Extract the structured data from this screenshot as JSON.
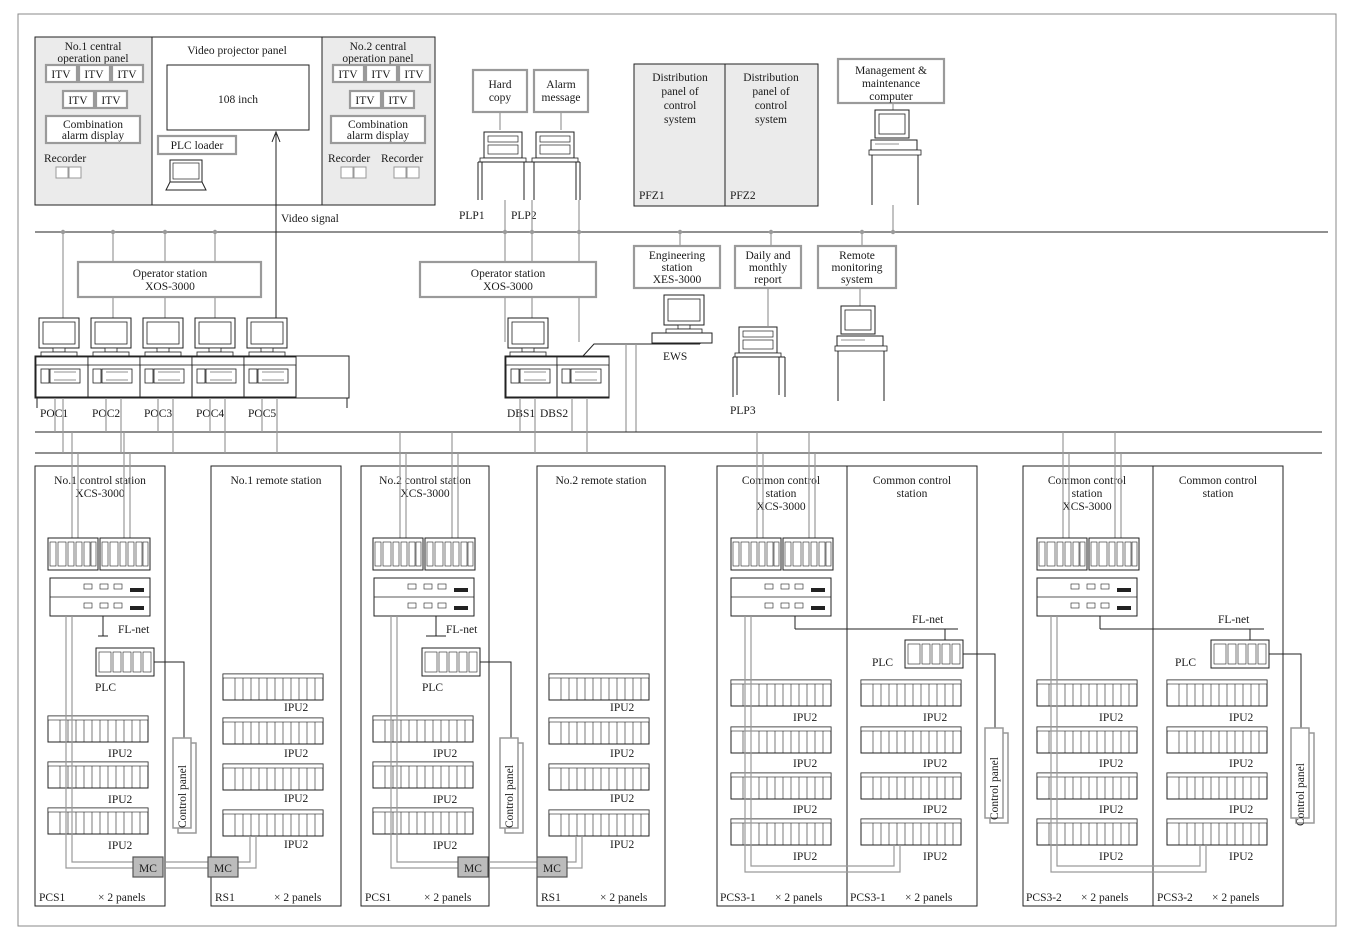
{
  "top_panels": {
    "central1": {
      "title1": "No.1 central",
      "title2": "operation panel",
      "itv": "ITV",
      "combo1": "Combination",
      "combo2": "alarm display",
      "recorder": "Recorder"
    },
    "projector": {
      "title": "Video projector panel",
      "screen": "108 inch",
      "plc_loader": "PLC loader"
    },
    "central2": {
      "title1": "No.2 central",
      "title2": "operation panel",
      "itv": "ITV",
      "combo1": "Combination",
      "combo2": "alarm display",
      "recorder": "Recorder"
    },
    "video_signal": "Video signal"
  },
  "printers": {
    "hard_copy1": "Hard",
    "hard_copy2": "copy",
    "alarm1": "Alarm",
    "alarm2": "message",
    "plp1": "PLP1",
    "plp2": "PLP2"
  },
  "distribution": {
    "line1": "Distribution",
    "line2": "panel of",
    "line3": "control",
    "line4": "system",
    "pfz1": "PFZ1",
    "pfz2": "PFZ2"
  },
  "management": {
    "line1": "Management &",
    "line2": "maintenance",
    "line3": "computer"
  },
  "operator_station": {
    "line1": "Operator station",
    "line2": "XOS-3000"
  },
  "engineering": {
    "line1": "Engineering",
    "line2": "station",
    "line3": "XES-3000",
    "ews": "EWS"
  },
  "report": {
    "line1": "Daily and",
    "line2": "monthly",
    "line3": "report",
    "plp3": "PLP3"
  },
  "remote_monitor": {
    "line1": "Remote",
    "line2": "monitoring",
    "line3": "system"
  },
  "consoles": [
    "POC1",
    "POC2",
    "POC3",
    "POC4",
    "POC5"
  ],
  "dbs": [
    "DBS1",
    "DBS2"
  ],
  "stations": {
    "cs1": {
      "title1": "No.1 control station",
      "title2": "XCS-3000",
      "foot": "PCS1",
      "panels": "× 2 panels"
    },
    "rs1": {
      "title": "No.1 remote station",
      "foot": "RS1",
      "panels": "× 2 panels"
    },
    "cs2": {
      "title1": "No.2 control station",
      "title2": "XCS-3000",
      "foot": "PCS1",
      "panels": "× 2 panels"
    },
    "rs2": {
      "title": "No.2 remote station",
      "foot": "RS1",
      "panels": "× 2 panels"
    },
    "cc1a": {
      "title1": "Common control",
      "title2": "station",
      "title3": "XCS-3000",
      "foot": "PCS3-1",
      "panels": "× 2 panels"
    },
    "cc1b": {
      "title1": "Common control",
      "title2": "station",
      "foot": "PCS3-1",
      "panels": "× 2 panels"
    },
    "cc2a": {
      "title1": "Common control",
      "title2": "station",
      "title3": "XCS-3000",
      "foot": "PCS3-2",
      "panels": "× 2 panels"
    },
    "cc2b": {
      "title1": "Common control",
      "title2": "station",
      "foot": "PCS3-2",
      "panels": "× 2 panels"
    }
  },
  "labels": {
    "fl_net": "FL-net",
    "plc": "PLC",
    "ipu": "IPU2",
    "mc": "MC",
    "control_panel": "Control panel"
  }
}
